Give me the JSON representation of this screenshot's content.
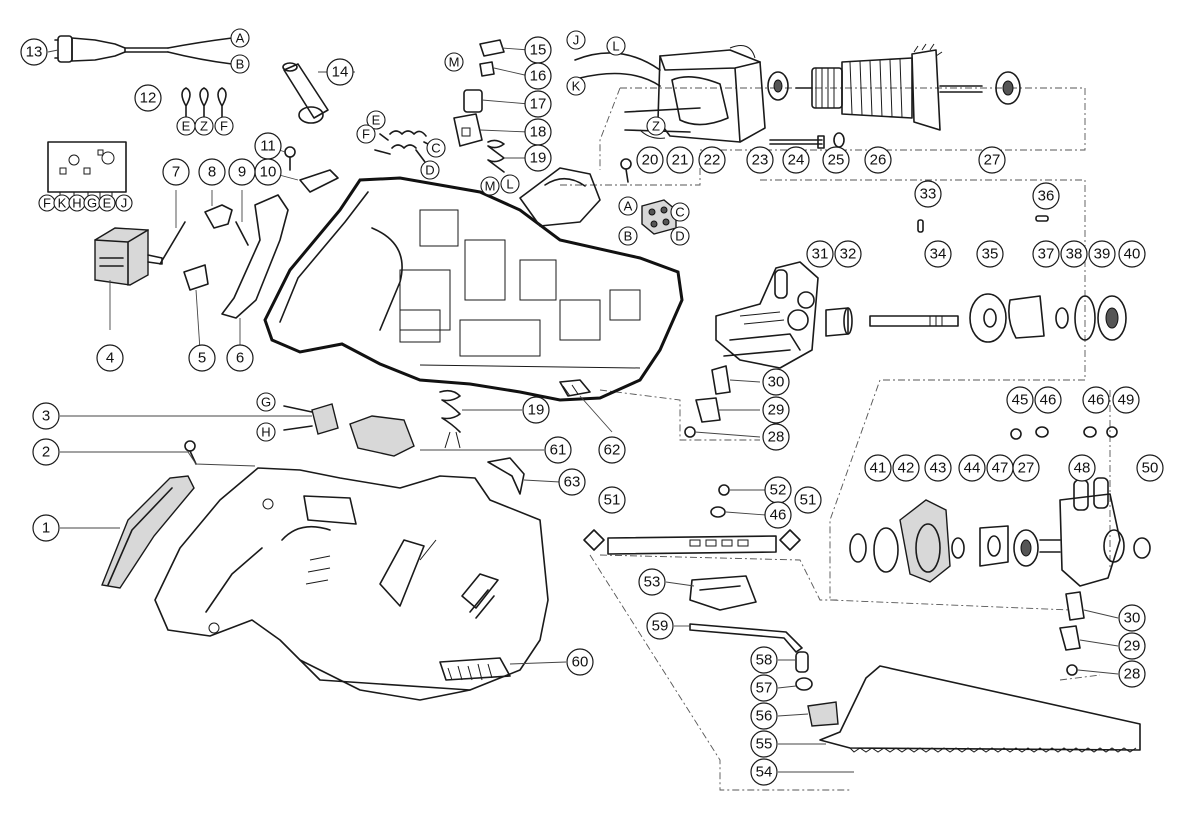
{
  "callouts": {
    "p1": "1",
    "p2": "2",
    "p3": "3",
    "p4": "4",
    "p5": "5",
    "p6": "6",
    "p7": "7",
    "p8": "8",
    "p9": "9",
    "p10": "10",
    "p11": "11",
    "p12": "12",
    "p13": "13",
    "p14": "14",
    "p15": "15",
    "p16": "16",
    "p17": "17",
    "p18": "18",
    "p19a": "19",
    "p19b": "19",
    "p20": "20",
    "p21": "21",
    "p22": "22",
    "p23": "23",
    "p24": "24",
    "p25": "25",
    "p26": "26",
    "p27a": "27",
    "p27b": "27",
    "p28a": "28",
    "p28b": "28",
    "p29a": "29",
    "p29b": "29",
    "p30a": "30",
    "p30b": "30",
    "p31": "31",
    "p32": "32",
    "p33": "33",
    "p34": "34",
    "p35": "35",
    "p36": "36",
    "p37": "37",
    "p38": "38",
    "p39": "39",
    "p40": "40",
    "p41": "41",
    "p42": "42",
    "p43": "43",
    "p44": "44",
    "p45": "45",
    "p46a": "46",
    "p46b": "46",
    "p46c": "46",
    "p47": "47",
    "p48": "48",
    "p49": "49",
    "p50": "50",
    "p51a": "51",
    "p51b": "51",
    "p52": "52",
    "p53": "53",
    "p54": "54",
    "p55": "55",
    "p56": "56",
    "p57": "57",
    "p58": "58",
    "p59": "59",
    "p60": "60",
    "p61": "61",
    "p62": "62",
    "p63": "63"
  },
  "wire_letters": {
    "a_plug": "A",
    "b_plug": "B",
    "e_12": "E",
    "z_12": "Z",
    "f_12": "F",
    "f_sw": "F",
    "k_sw": "K",
    "h_sw": "H",
    "g_sw": "G",
    "e_sw": "E",
    "j_sw": "J",
    "m_15": "M",
    "e_cap": "E",
    "f_cap": "F",
    "c_cap": "C",
    "d_cap": "D",
    "m_19": "M",
    "l_19": "L",
    "j_st": "J",
    "l_st": "L",
    "k_st": "K",
    "z_st": "Z",
    "a_21": "A",
    "b_21": "B",
    "c_21": "C",
    "d_21": "D",
    "g_3": "G",
    "h_3": "H"
  }
}
